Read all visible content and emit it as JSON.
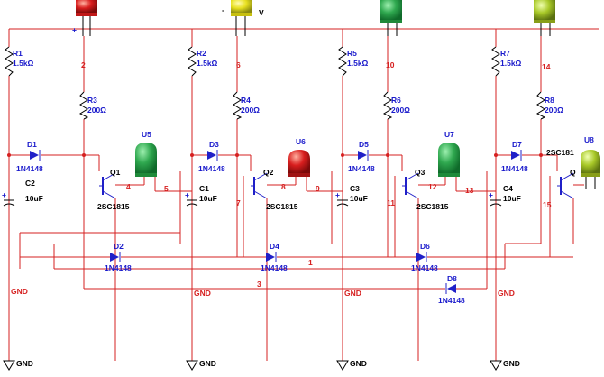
{
  "schematic": {
    "vcc_label": "V",
    "vcc_plus": "+",
    "gnd": "GND",
    "resistors_top": [
      {
        "name": "R1",
        "value": "1.5kΩ"
      },
      {
        "name": "R2",
        "value": "1.5kΩ"
      },
      {
        "name": "R5",
        "value": "1.5kΩ"
      },
      {
        "name": "R7",
        "value": "1.5kΩ"
      }
    ],
    "resistors_led": [
      {
        "name": "R3",
        "value": "200Ω"
      },
      {
        "name": "R4",
        "value": "200Ω"
      },
      {
        "name": "R6",
        "value": "200Ω"
      },
      {
        "name": "R8",
        "value": "200Ω"
      }
    ],
    "diodes": [
      {
        "name": "D1",
        "part": "1N4148"
      },
      {
        "name": "D3",
        "part": "1N4148"
      },
      {
        "name": "D5",
        "part": "1N4148"
      },
      {
        "name": "D7",
        "part": "1N4148"
      },
      {
        "name": "D2",
        "part": "1N4148"
      },
      {
        "name": "D4",
        "part": "1N4148"
      },
      {
        "name": "D6",
        "part": "1N4148"
      },
      {
        "name": "D8",
        "part": "1N4148"
      }
    ],
    "capacitors": [
      {
        "name": "C2",
        "value": "10uF"
      },
      {
        "name": "C1",
        "value": "10uF"
      },
      {
        "name": "C3",
        "value": "10uF"
      },
      {
        "name": "C4",
        "value": "10uF"
      }
    ],
    "transistors": [
      {
        "name": "Q1",
        "part": "2SC1815"
      },
      {
        "name": "Q2",
        "part": "2SC1815"
      },
      {
        "name": "Q3",
        "part": "2SC1815"
      },
      {
        "name": "Q",
        "part": "2SC181"
      }
    ],
    "leds": [
      {
        "name": "U5",
        "color": "#2fa84f"
      },
      {
        "name": "U6",
        "color": "#d81e1e"
      },
      {
        "name": "U7",
        "color": "#2fa84f"
      },
      {
        "name": "U8",
        "color": "#a8c828"
      }
    ],
    "top_led_colors": [
      "#e82020",
      "#e8e020",
      "#2fa84f",
      "#a8c828"
    ],
    "nets": [
      "2",
      "6",
      "10",
      "14",
      "4",
      "5",
      "8",
      "9",
      "12",
      "13",
      "7",
      "11",
      "15",
      "1",
      "3"
    ]
  }
}
